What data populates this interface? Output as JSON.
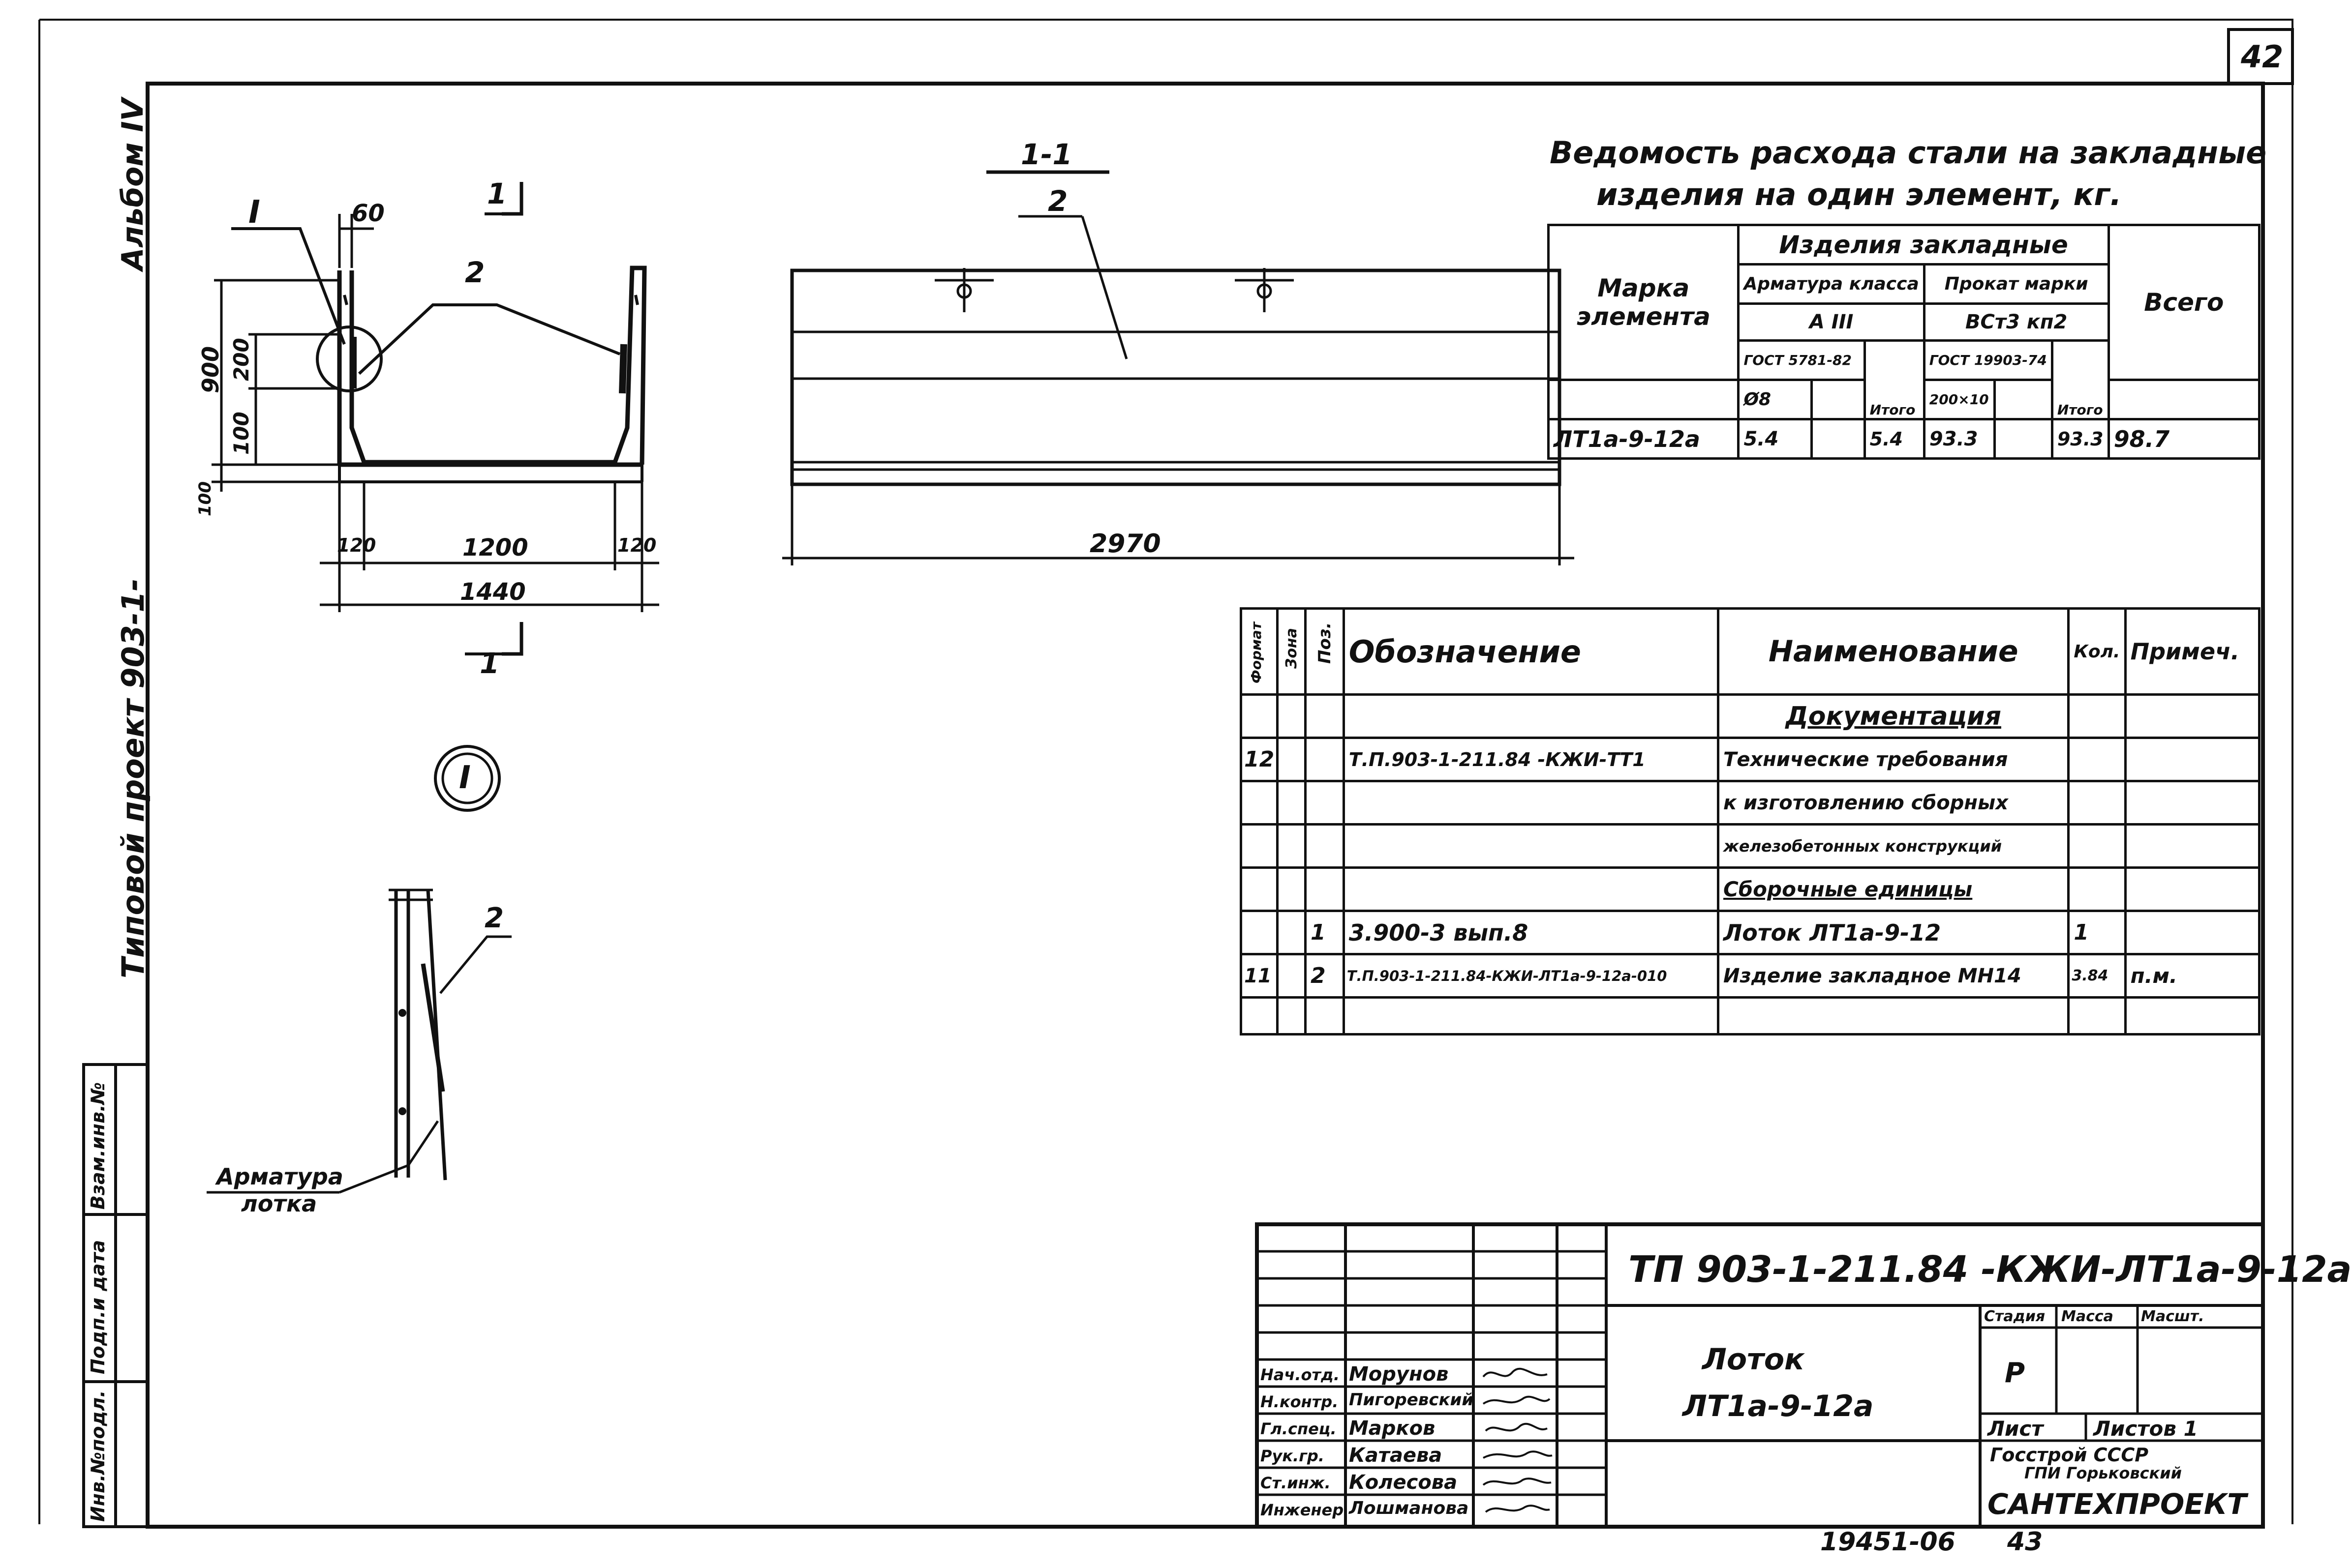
{
  "sheet": {
    "sheet_number": "42",
    "bottom_stamp": "19451-06",
    "bottom_page": "43",
    "left_margin_album": "Альбом IV",
    "left_margin_project": "Типовой проект 903-1-",
    "left_strip": [
      "Инв.№подл.",
      "Подп.и дата",
      "Взам.инв.№"
    ]
  },
  "drawing": {
    "view_title": "1-1",
    "callout_I": "I",
    "pos_2": "2",
    "cut_mark": "1",
    "dims": {
      "d60": "60",
      "d900": "900",
      "d200": "200",
      "d100": "100",
      "d100b": "100",
      "d120a": "120",
      "d1200": "1200",
      "d120b": "120",
      "d1440": "1440",
      "d2970": "2970"
    },
    "detail_label": "I",
    "armature_label_1": "Арматура",
    "armature_label_2": "лотка"
  },
  "steel_table": {
    "title_1": "Ведомость расхода стали на закладные",
    "title_2": "изделия на один элемент, кг.",
    "h_mark": "Марка элемента",
    "h_products": "Изделия закладные",
    "h_rebar_class": "Арматура класса",
    "h_rolled": "Прокат марки",
    "h_A3": "А III",
    "h_vst": "ВСт3 кп2",
    "h_total": "Всего",
    "h_gost1": "ГОСТ 5781-82",
    "h_gost2": "ГОСТ 19903-74",
    "h_d8": "Ø8",
    "h_itogo1": "Итого",
    "h_size": "200×10",
    "h_itogo2": "Итого",
    "row": {
      "mark": "ЛТ1а-9-12а",
      "d8": "5.4",
      "itogo1": "5.4",
      "size": "93.3",
      "itogo2": "93.3",
      "total": "98.7"
    }
  },
  "spec_table": {
    "headers": {
      "format": "Формат",
      "zone": "Зона",
      "pos": "Поз.",
      "designation": "Обозначение",
      "name": "Наименование",
      "qty": "Кол.",
      "note": "Примеч."
    },
    "rows": [
      {
        "format": "",
        "zone": "",
        "pos": "",
        "designation": "",
        "name": "Документация",
        "qty": "",
        "note": "",
        "underline": true
      },
      {
        "format": "12",
        "zone": "",
        "pos": "",
        "designation": "Т.П.903-1-211.84 -КЖИ-ТТ1",
        "name": "Технические требования",
        "qty": "",
        "note": ""
      },
      {
        "format": "",
        "zone": "",
        "pos": "",
        "designation": "",
        "name": "к изготовлению сборных",
        "qty": "",
        "note": ""
      },
      {
        "format": "",
        "zone": "",
        "pos": "",
        "designation": "",
        "name": "железобетонных конструкций",
        "qty": "",
        "note": ""
      },
      {
        "format": "",
        "zone": "",
        "pos": "",
        "designation": "",
        "name": "Сборочные единицы",
        "qty": "",
        "note": "",
        "underline": true
      },
      {
        "format": "",
        "zone": "",
        "pos": "1",
        "designation": "3.900-3 вып.8",
        "name": "Лоток ЛТ1а-9-12",
        "qty": "1",
        "note": ""
      },
      {
        "format": "11",
        "zone": "",
        "pos": "2",
        "designation": "Т.П.903-1-211.84-КЖИ-ЛТ1а-9-12а-010",
        "name": "Изделие закладное МН14",
        "qty": "3.84",
        "note": "п.м."
      },
      {
        "format": "",
        "zone": "",
        "pos": "",
        "designation": "",
        "name": "",
        "qty": "",
        "note": ""
      }
    ]
  },
  "title_block": {
    "code": "ТП 903-1-211.84 -КЖИ-ЛТ1а-9-12а",
    "name_1": "Лоток",
    "name_2": "ЛТ1а-9-12а",
    "stage_h": "Стадия",
    "mass_h": "Масса",
    "scale_h": "Масшт.",
    "stage": "Р",
    "sheet_h": "Лист",
    "sheets_h": "Листов 1",
    "org_1": "Госстрой СССР",
    "org_2": "ГПИ Горьковский",
    "org_3": "САНТЕХПРОЕКТ",
    "staff": [
      {
        "role": "Нач.отд.",
        "name": "Морунов"
      },
      {
        "role": "Н.контр.",
        "name": "Пигоревский"
      },
      {
        "role": "Гл.спец.",
        "name": "Марков"
      },
      {
        "role": "Рук.гр.",
        "name": "Катаева"
      },
      {
        "role": "Ст.инж.",
        "name": "Колесова"
      },
      {
        "role": "Инженер",
        "name": "Лошманова"
      }
    ]
  }
}
